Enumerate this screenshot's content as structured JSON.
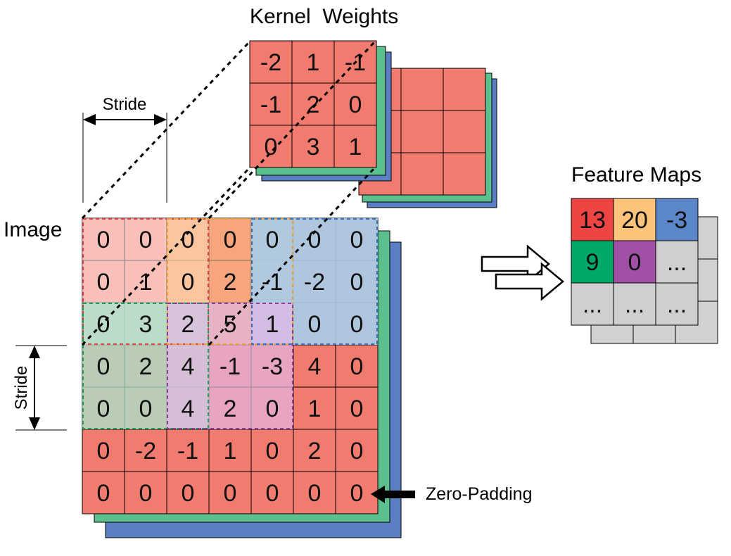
{
  "labels": {
    "kernel_title": "Kernel  Weights",
    "feature_maps_title": "Feature Maps",
    "image_title": "Image",
    "stride_horizontal": "Stride",
    "stride_vertical": "Stride",
    "zero_padding": "Zero-Padding"
  },
  "image_grid": [
    [
      "0",
      "0",
      "0",
      "0",
      "0",
      "0",
      "0"
    ],
    [
      "0",
      "1",
      "0",
      "2",
      "-1",
      "-2",
      "0"
    ],
    [
      "0",
      "3",
      "2",
      "5",
      "1",
      "0",
      "0"
    ],
    [
      "0",
      "2",
      "4",
      "-1",
      "-3",
      "4",
      "0"
    ],
    [
      "0",
      "0",
      "4",
      "2",
      "0",
      "1",
      "0"
    ],
    [
      "0",
      "-2",
      "-1",
      "1",
      "0",
      "2",
      "0"
    ],
    [
      "0",
      "0",
      "0",
      "0",
      "0",
      "0",
      "0"
    ]
  ],
  "kernel_grid": [
    [
      "-2",
      "1",
      "-1"
    ],
    [
      "-1",
      "2",
      "0"
    ],
    [
      "0",
      "3",
      "1"
    ]
  ],
  "feature_map_grid": [
    [
      "13",
      "20",
      "-3"
    ],
    [
      "9",
      "0",
      "..."
    ],
    [
      "...",
      "...",
      "..."
    ]
  ],
  "colors": {
    "red_layer": "#f07b6e",
    "green_layer": "#5bbf8e",
    "blue_layer": "#5b7fc4",
    "gray_layer": "#cfcfcf",
    "window_red": "#e03c3c",
    "window_orange": "#f0a030",
    "window_blue": "#2f6fb8",
    "window_green": "#1f9e5a",
    "window_purple": "#8e3f9a",
    "fm_red": "#ee4444",
    "fm_orange": "#fdc37a",
    "fm_blue": "#5b87c8",
    "fm_green": "#00aa66",
    "fm_purple": "#a050a5"
  }
}
